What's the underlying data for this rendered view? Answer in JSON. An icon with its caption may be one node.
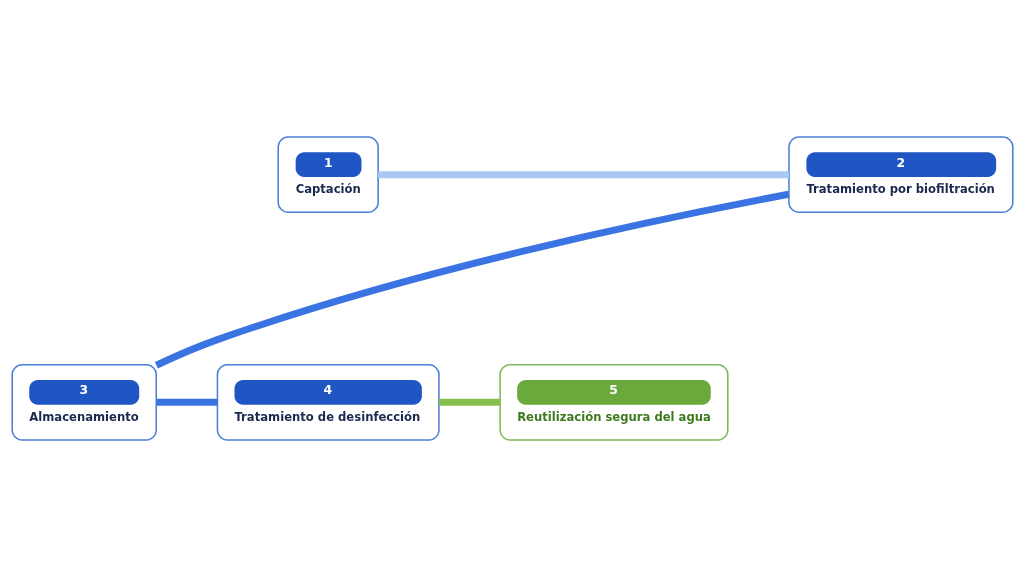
{
  "diagram": {
    "nodes": [
      {
        "text": [
          "1",
          "Captación"
        ]
      },
      {
        "text": [
          "2",
          "Tratamiento por biofiltración"
        ]
      },
      {
        "text": [
          "3",
          "Almacenamiento"
        ]
      },
      {
        "text": [
          "4",
          "Tratamiento de desinfección"
        ]
      },
      {
        "text": [
          "5",
          "Reutilización segura del agua"
        ]
      }
    ],
    "edges": [
      {
        "from": 0,
        "to": 1,
        "arrow": "none",
        "color": "#a9c8f4"
      },
      {
        "from": 1,
        "to": 2,
        "arrow": "none"
      },
      {
        "from": 2,
        "to": 3,
        "arrow": "none"
      },
      {
        "from": 3,
        "to": 4,
        "arrow": "none",
        "color": "#86c04c"
      }
    ]
  }
}
